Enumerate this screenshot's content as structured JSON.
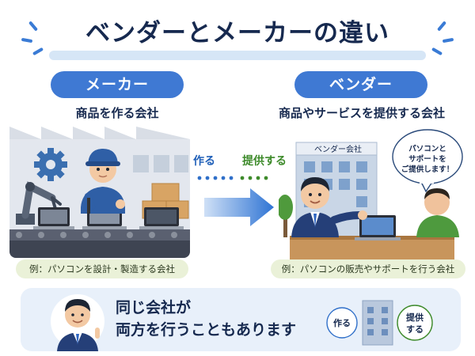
{
  "title": "ベンダーとメーカーの違い",
  "maker": {
    "pill": "メーカー",
    "subtitle": "商品を作る会社",
    "caption": "例：パソコンを設計・製造する会社"
  },
  "vendor": {
    "pill": "ベンダー",
    "subtitle": "商品やサービスを提供する会社",
    "building_sign": "ベンダー会社",
    "speech_line1": "パソコンと",
    "speech_line2": "サポートを",
    "speech_line3": "ご提供します！",
    "caption": "例：パソコンの販売やサポートを行う会社"
  },
  "flow": {
    "make_label": "作る",
    "provide_label": "提供する"
  },
  "bottom": {
    "line1": "同じ会社が",
    "line2": "両方を行うこともあります",
    "bubble_make": "作る",
    "bubble_provide_1": "提供",
    "bubble_provide_2": "する"
  },
  "colors": {
    "pill_blue": "#3f79d3",
    "caption_green": "#eaf1d8",
    "title_navy": "#16294f",
    "provide_green": "#3d8a2a"
  }
}
